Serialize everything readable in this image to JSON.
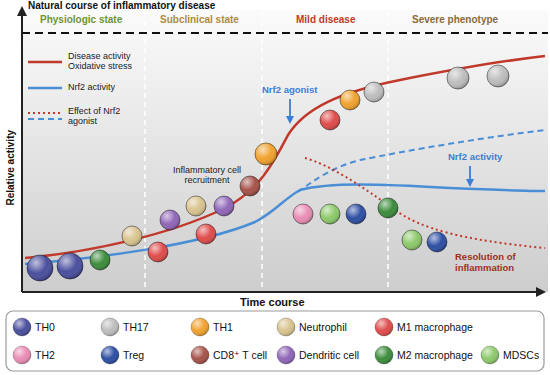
{
  "diagram": {
    "title": "Natural course of inflammatory disease",
    "labels": [
      "Physiologic state",
      "Subclinical state",
      "Mild disease",
      "Severe phenotype",
      "Relative activity",
      "Time course",
      "Inflammatory cell recruitment",
      "Nrf2 agonist",
      "Nrf2 activity",
      "Resolution of inflammation"
    ],
    "legend": [
      {
        "text": "Disease activity Oxidative stress"
      },
      {
        "text": "Nrf2 activity"
      },
      {
        "text": "Effect of Nrf2 agonist"
      },
      {
        "text": "TH0",
        "color": "#4a4f9e"
      },
      {
        "text": "TH17",
        "color": "#bdbdbd"
      },
      {
        "text": "TH1",
        "color": "#f0a22e"
      },
      {
        "text": "Neutrophil",
        "color": "#d9c38e"
      },
      {
        "text": "M1 macrophage",
        "color": "#df4b4b"
      },
      {
        "text": "TH2",
        "color": "#e98cb5"
      },
      {
        "text": "Treg",
        "color": "#2d4ea3"
      },
      {
        "text": "CD8⁺ T cell",
        "color": "#a5524a"
      },
      {
        "text": "Dendritic cell",
        "color": "#9066b8"
      },
      {
        "text": "M2 macrophage",
        "color": "#3c8c3c"
      },
      {
        "text": "MDSCs",
        "color": "#8cc96a"
      }
    ]
  }
}
